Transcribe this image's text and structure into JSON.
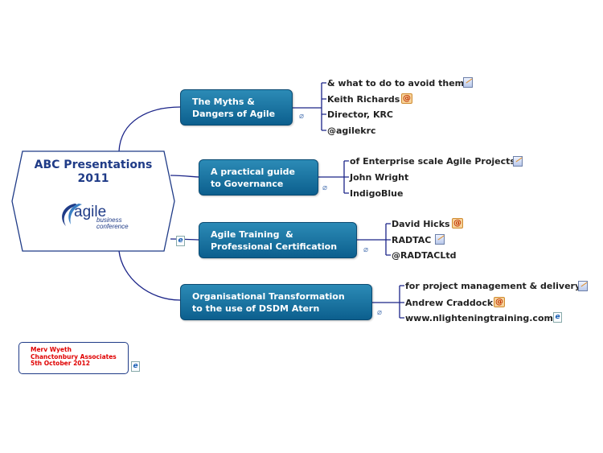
{
  "central": {
    "title_line1": "ABC Presentations",
    "title_line2": "2011",
    "logo": {
      "main": "agile",
      "sub1": "business",
      "sub2": "conference"
    }
  },
  "topics": [
    {
      "line1": "The Myths &",
      "line2": "Dangers of Agile",
      "leaves": [
        "& what to do to avoid them",
        "Keith Richards",
        "Director, KRC",
        "@agilekrc"
      ]
    },
    {
      "line1": "A practical guide",
      "line2": "to Governance",
      "leaves": [
        "of Enterprise scale Agile Projects",
        "John Wright",
        "IndigoBlue"
      ]
    },
    {
      "line1": "Agile Training  &",
      "line2": "Professional Certification",
      "leaves": [
        "David Hicks",
        "RADTAC",
        "@RADTACLtd"
      ]
    },
    {
      "line1": "Organisational Transformation",
      "line2": "to the use of DSDM Atern",
      "leaves": [
        "for project management & delivery",
        "Andrew Craddock",
        "www.nlighteningtraining.com"
      ]
    }
  ],
  "footer": {
    "line1": "Merv Wyeth",
    "line2": "Chanctonbury Associates",
    "line3": "5th October 2012"
  },
  "icons": {
    "note": "note-icon",
    "mail": "email-icon",
    "link": "web-link-icon",
    "attach": "attachment-icon"
  },
  "colors": {
    "topic": "#1f77a8",
    "connector": "#1f2a8a",
    "central_border": "#1f3b87",
    "footer_text": "#e00000"
  }
}
